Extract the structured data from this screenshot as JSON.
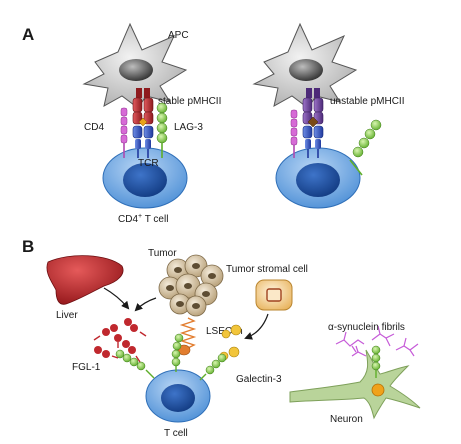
{
  "panel_a": {
    "letter": "A",
    "apc_left": "APC",
    "stable_label": "stable pMHCII",
    "cd4": "CD4",
    "lag3": "LAG-3",
    "tcr": "TCR",
    "cd4_tcell_main": "CD4",
    "cd4_tcell_sup": "+",
    "cd4_tcell_rest": " T cell",
    "unstable_label": "unstable pMHCII"
  },
  "panel_b": {
    "letter": "B",
    "tumor": "Tumor",
    "liver": "Liver",
    "tumor_stromal": "Tumor stromal cell",
    "lsectin": "LSECtin",
    "fgl1": "FGL-1",
    "galectin3": "Galectin-3",
    "t_cell": "T cell",
    "asyn": "α-synuclein fibrils",
    "neuron": "Neuron"
  },
  "colors": {
    "apc_gray": "#c9c9c9",
    "nucleus_dark": "#555555",
    "tcell_blue": "#6aa7e3",
    "tcell_nucleus": "#1f4fa0",
    "lag3_green": "#8fd14f",
    "cd4_pink": "#d66bd6",
    "mhc_red": "#c0282e",
    "mhc_purple": "#6b3f9c",
    "liver_red": "#c0282e",
    "tumor_tan": "#d9c7a7",
    "stromal_orange": "#f0c27a",
    "galectin_yellow": "#f2c53b",
    "neuron_green": "#b9d49a",
    "fibril_purple": "#c65bd8"
  }
}
